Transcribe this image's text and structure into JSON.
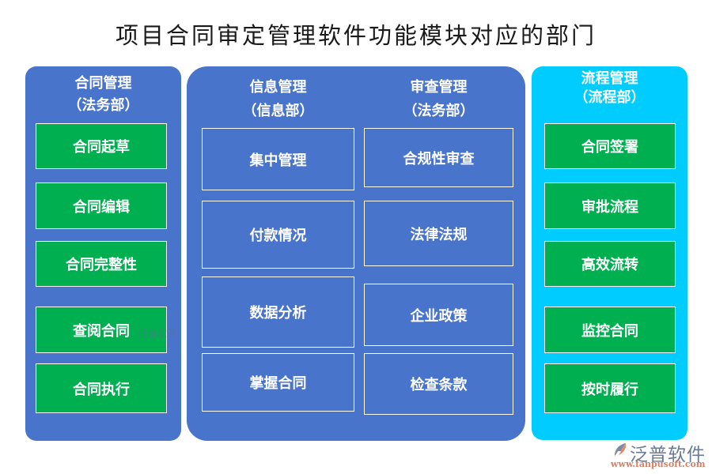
{
  "title": "项目合同审定管理软件功能模块对应的部门",
  "colors": {
    "panel_blue": "#4874CB",
    "panel_cyan": "#00CCFF",
    "box_green": "#00AF50",
    "text_white": "#FFFFFF"
  },
  "columns": [
    {
      "name": "合同管理",
      "department": "（法务部）",
      "items": [
        "合同起草",
        "合同编辑",
        "合同完整性",
        "查阅合同",
        "合同执行"
      ]
    },
    {
      "name": "信息管理",
      "department": "（信息部）",
      "items": [
        "集中管理",
        "付款情况",
        "数据分析",
        "掌握合同"
      ]
    },
    {
      "name": "审查管理",
      "department": "（法务部）",
      "items": [
        "合规性审查",
        "法律法规",
        "企业政策",
        "检查条款"
      ]
    },
    {
      "name": "流程管理",
      "department": "（流程部）",
      "items": [
        "合同签署",
        "审批流程",
        "高效流转",
        "监控合同",
        "按时履行"
      ]
    }
  ],
  "watermark": {
    "brand": "泛普软件",
    "url": "www.fanpusoft.com"
  }
}
